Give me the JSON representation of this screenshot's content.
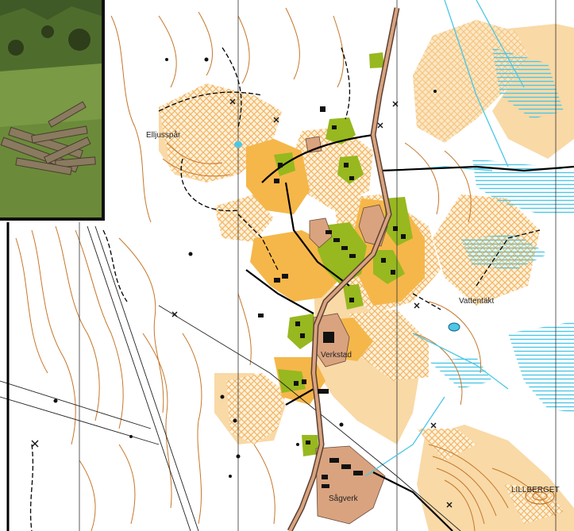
{
  "map": {
    "place_labels": [
      {
        "id": "elljusspar",
        "text": "Elljusspår"
      },
      {
        "id": "vattentakt",
        "text": "Vattentäkt"
      },
      {
        "id": "verkstad",
        "text": "Verkstad"
      },
      {
        "id": "sagverk",
        "text": "Sågverk"
      },
      {
        "id": "lillberget",
        "text": "LILLBERGET"
      }
    ],
    "colors": {
      "open_land": "#f9d9a6",
      "rough_open": "#f5b74a",
      "green_forest": "#97b81f",
      "paved_area": "#d9a37f",
      "water": "#4cc7e6",
      "contour": "#c5772a",
      "road_edge": "#5a4033",
      "path": "#000000"
    },
    "inset_photo": {
      "subject": "stacked-timber-photo"
    }
  }
}
